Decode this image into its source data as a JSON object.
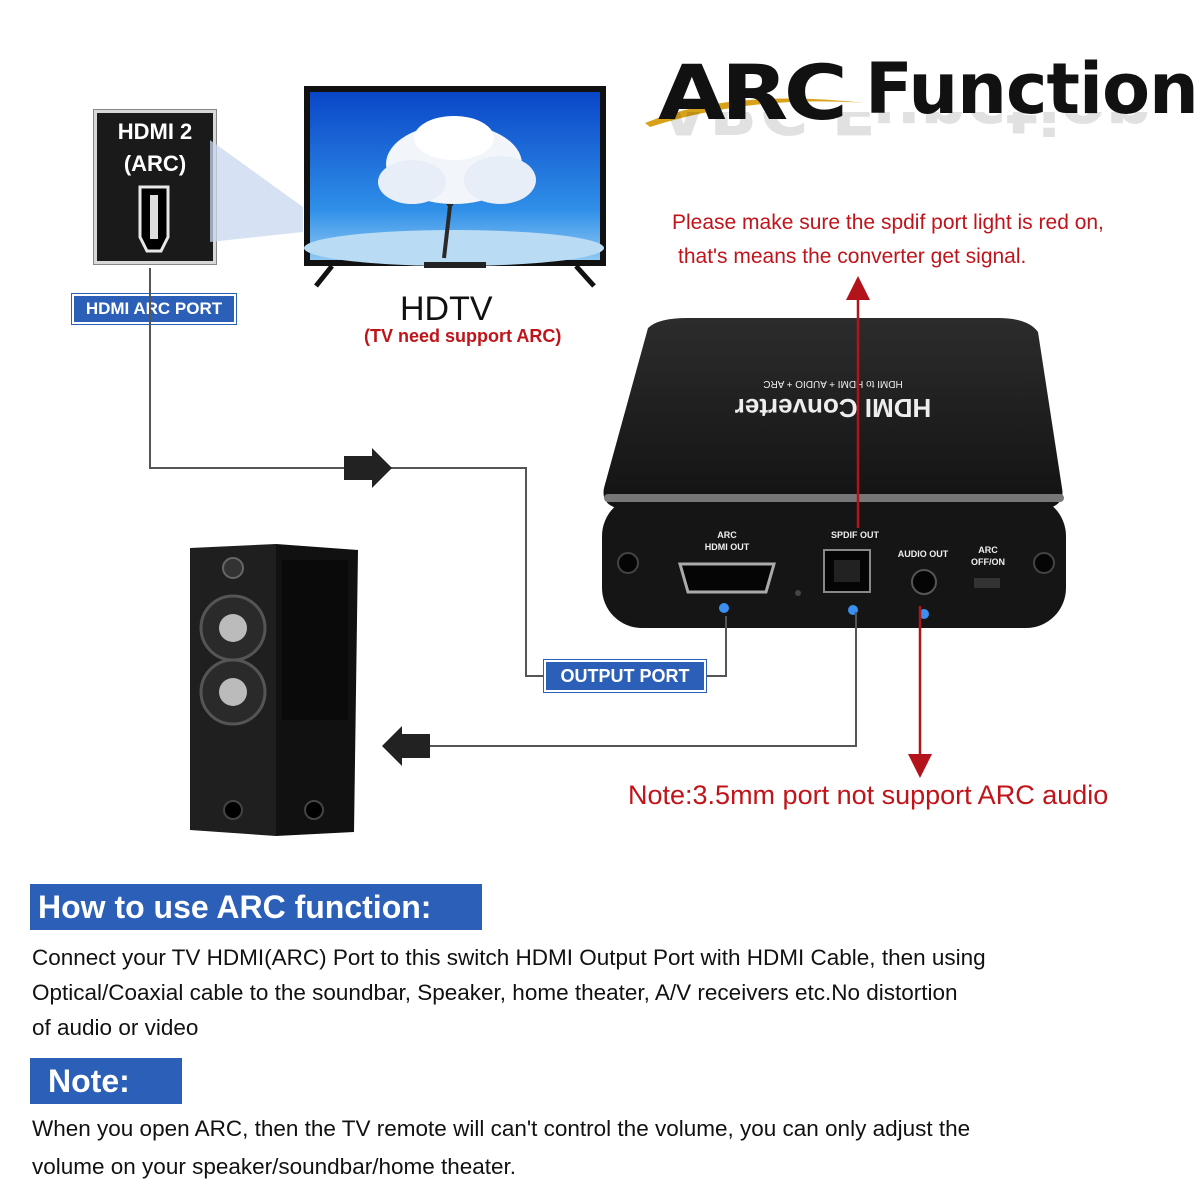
{
  "title": {
    "arc": "ARC",
    "function": "Function"
  },
  "port": {
    "line1": "HDMI 2",
    "line2": "(ARC)"
  },
  "tags": {
    "hdmi_arc_port": "HDMI ARC PORT",
    "output_port": "OUTPUT PORT"
  },
  "tv": {
    "label": "HDTV",
    "sub": "(TV need support ARC)"
  },
  "notes": {
    "spdif_line1": "Please make sure the spdif port light is red on,",
    "spdif_line2": "that's means the converter get signal.",
    "port35": "Note:3.5mm port not support ARC audio"
  },
  "device": {
    "name": "HDMI Converter",
    "subtitle": "HDMI to HDMI + AUDIO + ARC",
    "port_arc": "ARC",
    "port_hdmi_out": "HDMI OUT",
    "port_spdif": "SPDIF OUT",
    "port_audio": "AUDIO OUT",
    "port_switch1": "ARC",
    "port_switch2": "OFF/ON"
  },
  "howto": {
    "heading": "How to use ARC function:",
    "line1": "Connect your TV HDMI(ARC) Port to this switch HDMI Output Port with HDMI Cable, then using",
    "line2": "Optical/Coaxial cable to the soundbar, Speaker, home theater, A/V receivers etc.No distortion",
    "line3": "of audio or video"
  },
  "note": {
    "heading": "Note:",
    "line1": "When you open ARC, then the TV remote will can't control the volume, you can only adjust the",
    "line2": "volume on your speaker/soundbar/home theater."
  },
  "colors": {
    "accent_blue": "#2b5fb8",
    "note_red": "#c0141a",
    "arrow_red": "#b3131a",
    "gold": "#d8a11a"
  }
}
